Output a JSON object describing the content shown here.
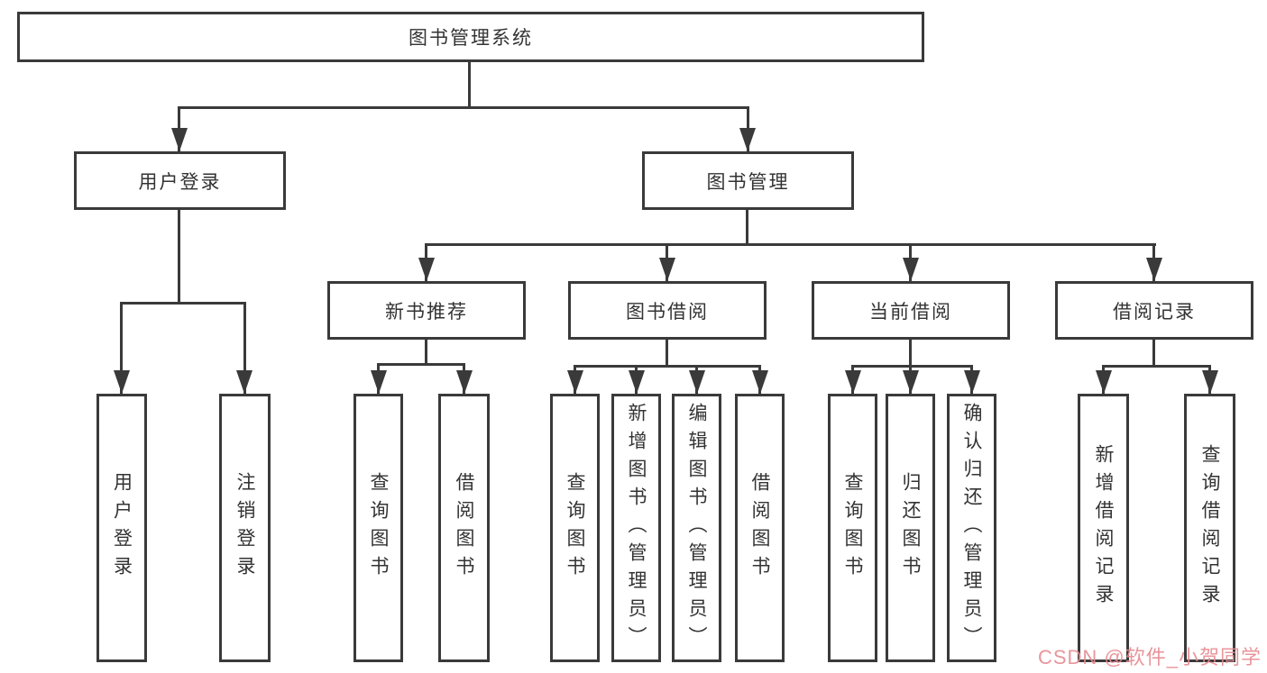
{
  "diagram": {
    "title": "图书管理系统",
    "level2": {
      "user_login": "用户登录",
      "book_mgmt": "图书管理"
    },
    "level3": {
      "new_book_rec": "新书推荐",
      "book_borrow": "图书借阅",
      "current_borrow": "当前借阅",
      "borrow_records": "借阅记录"
    },
    "leaves": {
      "user_login": "用户登录",
      "logout": "注销登录",
      "query_book_1": "查询图书",
      "borrow_book_1": "借阅图书",
      "query_book_2": "查询图书",
      "add_book": "新增图书（管理员）",
      "edit_book": "编辑图书（管理员）",
      "borrow_book_2": "借阅图书",
      "query_book_3": "查询图书",
      "return_book": "归还图书",
      "confirm_return": "确认归还（管理员）",
      "add_record": "新增借阅记录",
      "query_record": "查询借阅记录"
    }
  },
  "watermark": {
    "text": "CSDN @软件_小贺同学",
    "color": "#e78990"
  },
  "colors": {
    "line": "#3a3a3a",
    "text": "#333333",
    "background": "#ffffff"
  }
}
